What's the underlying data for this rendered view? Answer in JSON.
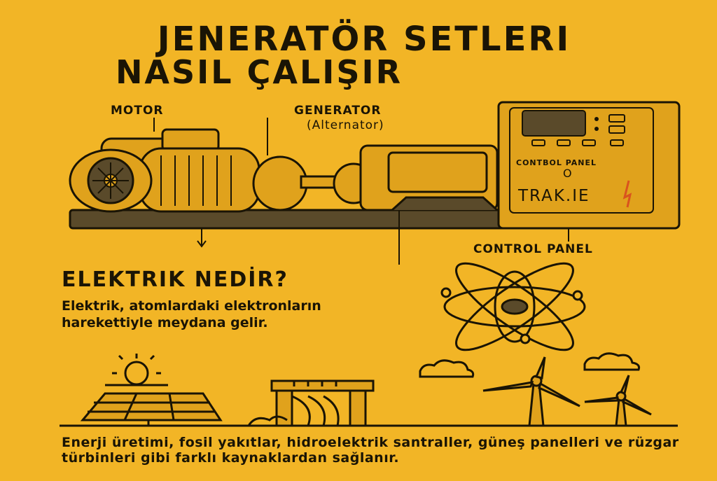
{
  "title": {
    "line1": "JENERATÖR SETLERI",
    "line2": "NASIL ÇALIŞIR"
  },
  "diagram": {
    "motor_label": "MOTOR",
    "generator_label": "GENERATOR",
    "generator_sublabel": "(Alternator)",
    "panel_inner_label": "CONTBOL PANEL",
    "panel_inner_indicator": "O",
    "brand": "TRAK.IE",
    "control_panel_label": "CONTROL PANEL"
  },
  "electricity": {
    "heading": "ELEKTRIK NEDİR?",
    "body": "Elektrik, atomlardaki elektronların harekettiyle meydana gelir."
  },
  "energy": {
    "body": "Enerji üretimi, fosil yakıtlar, hidroelektrik santraller, güneş panelleri ve rüzgar türbinleri gibi farklı kaynaklardan sağlanır."
  },
  "colors": {
    "background": "#f2b526",
    "ink": "#1a1405",
    "machine_fill": "#e0a21c",
    "base": "#5a4a2a",
    "accent": "#d9531e"
  }
}
